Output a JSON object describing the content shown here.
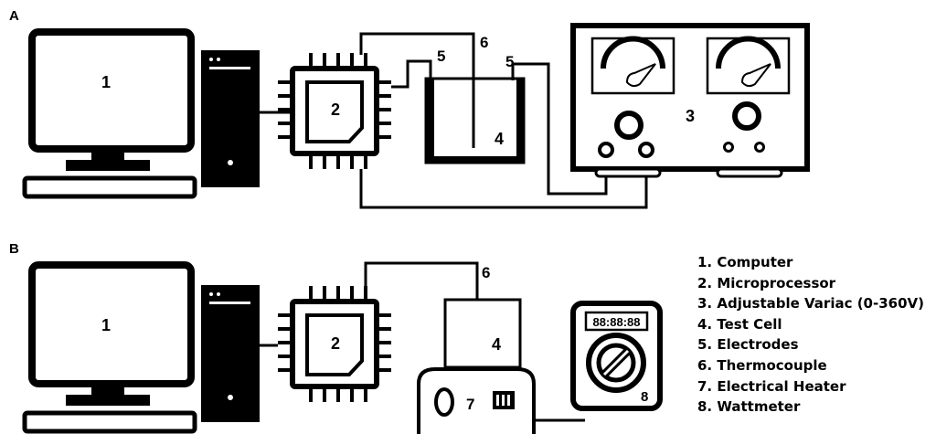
{
  "panels": [
    {
      "label": "A"
    },
    {
      "label": "B"
    }
  ],
  "callouts": {
    "computer": "1",
    "microprocessor": "2",
    "variac": "3",
    "test_cell": "4",
    "electrodes": "5",
    "thermocouple": "6",
    "heater": "7",
    "wattmeter": "8",
    "wattmeter_display": "88:88:88"
  },
  "legend": [
    "1. Computer",
    "2. Microprocessor",
    "3. Adjustable Variac (0-360V)",
    "4. Test Cell",
    "5. Electrodes",
    "6. Thermocouple",
    "7. Electrical Heater",
    "8. Wattmeter"
  ]
}
